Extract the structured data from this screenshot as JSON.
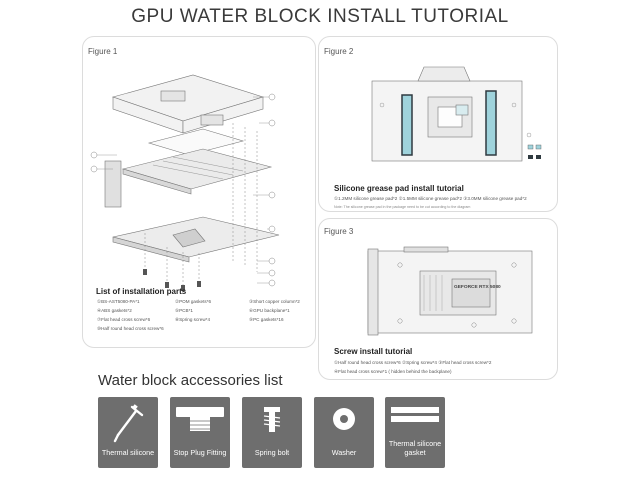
{
  "title": "GPU WATER BLOCK INSTALL TUTORIAL",
  "figure1": {
    "label": "Figure 1",
    "parts_title": "List of installation parts",
    "parts": [
      "①BS-AST5080-PA*1",
      "②POM gaskets*6",
      "③Short copper column*2",
      "④ABS gaskets*2",
      "⑤PCB*1",
      "⑥GPU backplane*1",
      "⑦Flat head cross screw*6",
      "⑧Spring screw*4",
      "⑨PC gaskets*16",
      "⑩Half round head cross screw*6"
    ],
    "callouts": [
      "①",
      "②",
      "③",
      "④",
      "⑤",
      "⑥",
      "⑦",
      "⑧",
      "⑨",
      "⑩"
    ]
  },
  "figure2": {
    "label": "Figure 2",
    "section_title": "Silicone grease pad install tutorial",
    "pads_line": "①1.2MM silicone grease pad*2   ②1.5MM silicone grease pad*2  ③3.0MM silicone grease pad*2",
    "note": "Note: The silicone grease pad in the package need to be cut according to the diagram"
  },
  "figure3": {
    "label": "Figure 3",
    "section_title": "Screw install tutorial",
    "line1": "①Half round head cross screw*6   ②Spring screw*4         ③Flat head cross screw*2",
    "line2": "④Flat head cross screw*1 ( hidden behind the backplane)",
    "board_text": "GEFORCE RTX 5080"
  },
  "accessories": {
    "title": "Water block accessories list",
    "items": [
      {
        "label": "Thermal silicone",
        "icon": "syringe-icon"
      },
      {
        "label": "Stop Plug Fitting",
        "icon": "plug-icon"
      },
      {
        "label": "Spring bolt",
        "icon": "bolt-icon"
      },
      {
        "label": "Washer",
        "icon": "washer-icon"
      },
      {
        "label": "Thermal silicone gasket",
        "icon": "gasket-icon"
      }
    ]
  },
  "colors": {
    "tile": "#6e6e6e",
    "pad_blue": "#9fd3dc",
    "pad_dark": "#2f3a40"
  }
}
